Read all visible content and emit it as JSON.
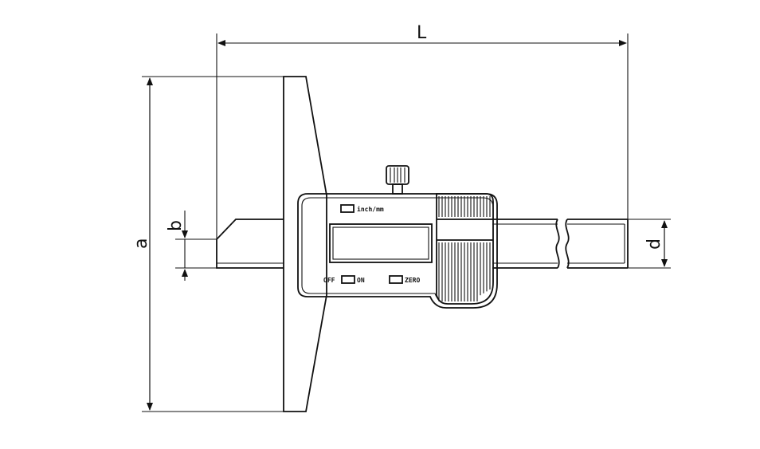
{
  "dimensions": {
    "length_label": "L",
    "height_label": "a",
    "base_thickness_label": "b",
    "rule_thickness_label": "d"
  },
  "gauge": {
    "unit_button_label": "inch/mm",
    "off_label": "OFF",
    "on_label": "ON",
    "zero_label": "ZERO"
  }
}
